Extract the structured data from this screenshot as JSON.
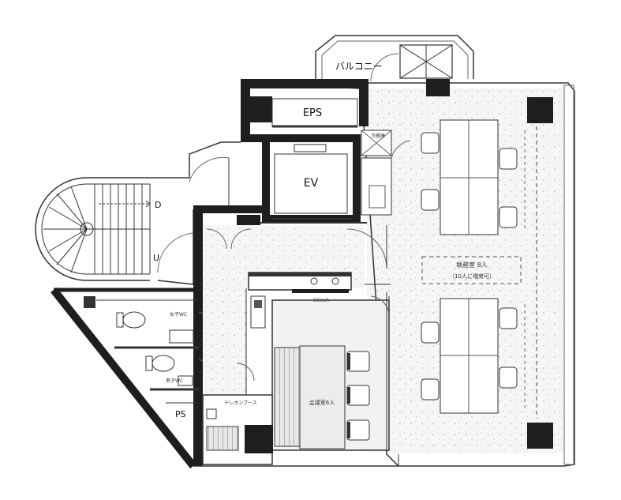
{
  "labels": {
    "balcony": "バルコニー",
    "eps": "EPS",
    "ev": "EV",
    "stair_down": "D",
    "stair_up": "U",
    "office_title": "執務室 8人",
    "office_sub": "（10人に増席可）",
    "meeting_room": "会議室6人",
    "womens_wc": "女子WC",
    "mens_wc": "男子WC",
    "phone_booth": "テレホンブース",
    "ps": "PS",
    "storage": "冷蔵庫",
    "counter": "50inch"
  },
  "colors": {
    "wall": "#1e1e1e",
    "floor_dot": "#efefef",
    "line": "#555555"
  }
}
